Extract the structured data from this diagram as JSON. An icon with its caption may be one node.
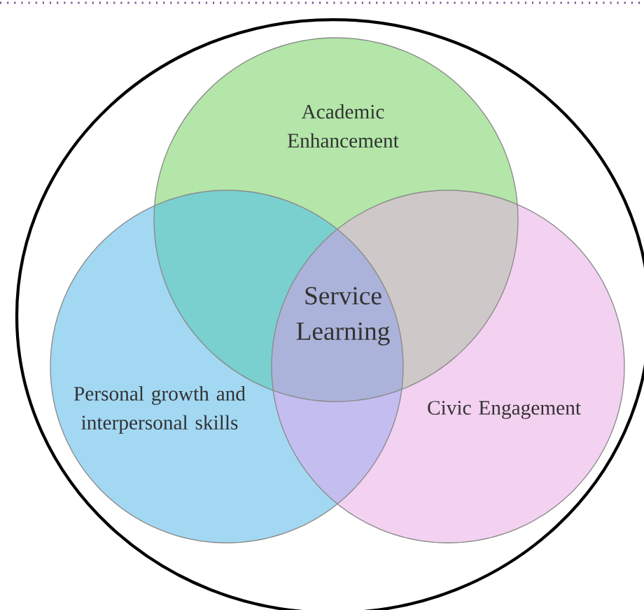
{
  "diagram": {
    "nodes": [
      {
        "text": [],
        "shape": "circle"
      },
      {
        "text": [
          "Academic Enhancement"
        ],
        "in": 0
      },
      {
        "text": [
          "Personal growth and interpersonal skills"
        ],
        "in": 0
      },
      {
        "text": [
          "Civic Engagement"
        ],
        "in": 0
      }
    ],
    "labels": [
      "Service Learning"
    ]
  }
}
